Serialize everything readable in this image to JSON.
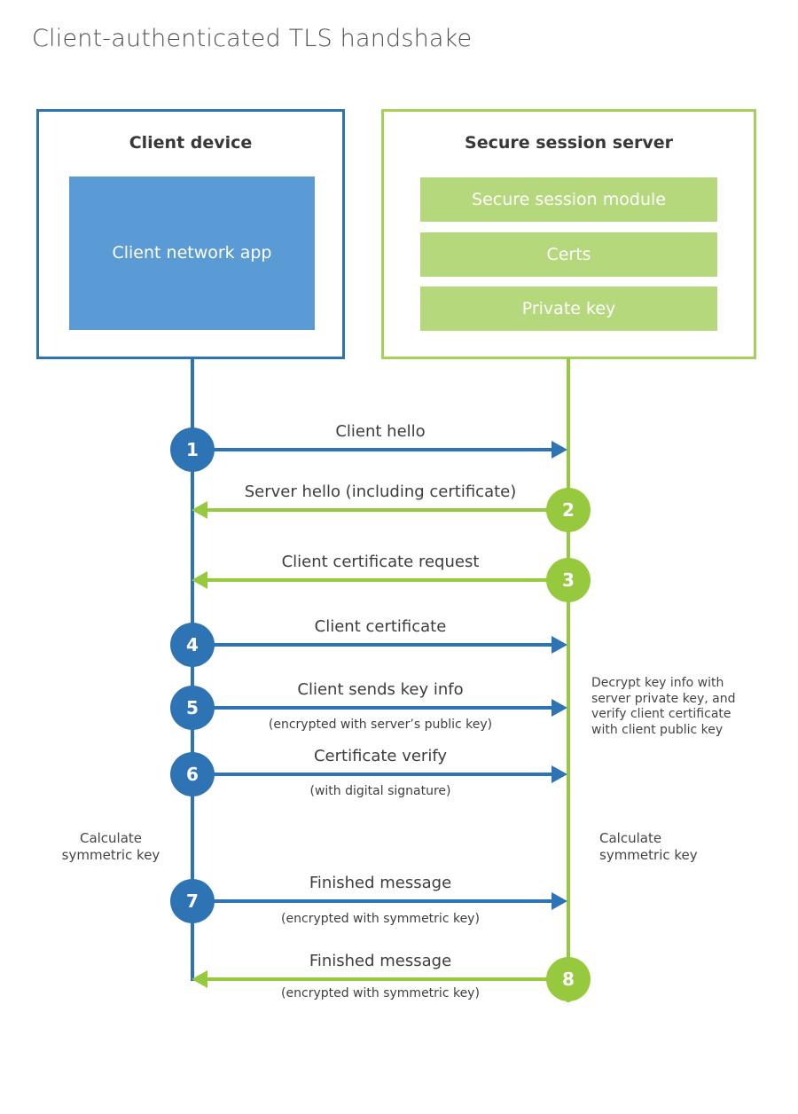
{
  "title": "Client-authenticated TLS handshake",
  "colors": {
    "blue": "#2e74b5",
    "light_blue": "#5b9bd5",
    "green_line": "#97c93f",
    "green_border": "#a4d157",
    "green_bar": "#b6d87d",
    "text_dark": "#383838",
    "text_gray": "#4f4f4f"
  },
  "client": {
    "title": "Client device",
    "app_label": "Client network app"
  },
  "server": {
    "title": "Secure session server",
    "modules": [
      "Secure session module",
      "Certs",
      "Private key"
    ]
  },
  "messages": [
    {
      "num": "1",
      "direction": "right",
      "label": "Client hello",
      "sub": ""
    },
    {
      "num": "2",
      "direction": "left",
      "label": "Server hello (including certificate)",
      "sub": ""
    },
    {
      "num": "3",
      "direction": "left",
      "label": "Client certificate request",
      "sub": ""
    },
    {
      "num": "4",
      "direction": "right",
      "label": "Client certificate",
      "sub": ""
    },
    {
      "num": "5",
      "direction": "right",
      "label": "Client sends key info",
      "sub": "(encrypted with server’s public key)"
    },
    {
      "num": "6",
      "direction": "right",
      "label": "Certificate verify",
      "sub": "(with digital signature)"
    },
    {
      "num": "7",
      "direction": "right",
      "label": "Finished message",
      "sub": "(encrypted with symmetric key)"
    },
    {
      "num": "8",
      "direction": "left",
      "label": "Finished message",
      "sub": "(encrypted with symmetric key)"
    }
  ],
  "annotations": {
    "decrypt_note": "Decrypt key info with server private key, and verify client certificate with client public key",
    "client_calc": "Calculate symmetric key",
    "server_calc": "Calculate symmetric key"
  }
}
